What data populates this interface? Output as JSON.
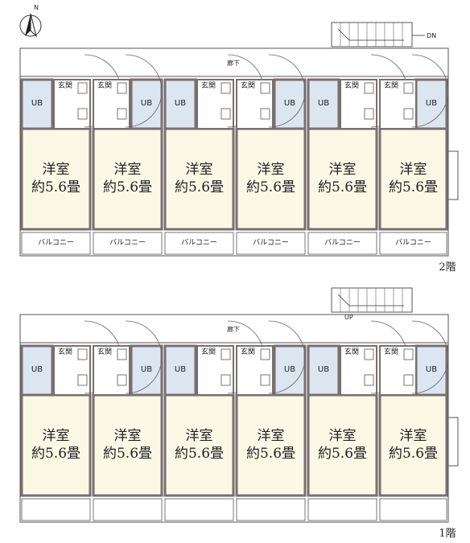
{
  "north_label": "N",
  "colors": {
    "wall": "#7a6e6e",
    "room_fill": "#fbf8e6",
    "bath_fill": "#dbe6f1",
    "line": "#555555"
  },
  "floors": [
    {
      "floor_label": "2階",
      "corridor_label": "廊下",
      "stair_label": "DN",
      "units": [
        {
          "ub": "UB",
          "genkan": "玄関",
          "room_name": "洋室",
          "room_size": "約5.6畳",
          "balcony": "バルコニー"
        },
        {
          "ub": "UB",
          "genkan": "玄関",
          "room_name": "洋室",
          "room_size": "約5.6畳",
          "balcony": "バルコニー"
        },
        {
          "ub": "UB",
          "genkan": "玄関",
          "room_name": "洋室",
          "room_size": "約5.6畳",
          "balcony": "バルコニー"
        },
        {
          "ub": "UB",
          "genkan": "玄関",
          "room_name": "洋室",
          "room_size": "約5.6畳",
          "balcony": "バルコニー"
        },
        {
          "ub": "UB",
          "genkan": "玄関",
          "room_name": "洋室",
          "room_size": "約5.6畳",
          "balcony": "バルコニー"
        },
        {
          "ub": "UB",
          "genkan": "玄関",
          "room_name": "洋室",
          "room_size": "約5.6畳",
          "balcony": "バルコニー"
        }
      ]
    },
    {
      "floor_label": "1階",
      "corridor_label": "廊下",
      "stair_label": "UP",
      "units": [
        {
          "ub": "UB",
          "genkan": "玄関",
          "room_name": "洋室",
          "room_size": "約5.6畳",
          "balcony": ""
        },
        {
          "ub": "UB",
          "genkan": "玄関",
          "room_name": "洋室",
          "room_size": "約5.6畳",
          "balcony": ""
        },
        {
          "ub": "UB",
          "genkan": "玄関",
          "room_name": "洋室",
          "room_size": "約5.6畳",
          "balcony": ""
        },
        {
          "ub": "UB",
          "genkan": "玄関",
          "room_name": "洋室",
          "room_size": "約5.6畳",
          "balcony": ""
        },
        {
          "ub": "UB",
          "genkan": "玄関",
          "room_name": "洋室",
          "room_size": "約5.6畳",
          "balcony": ""
        },
        {
          "ub": "UB",
          "genkan": "玄関",
          "room_name": "洋室",
          "room_size": "約5.6畳",
          "balcony": ""
        }
      ]
    }
  ]
}
